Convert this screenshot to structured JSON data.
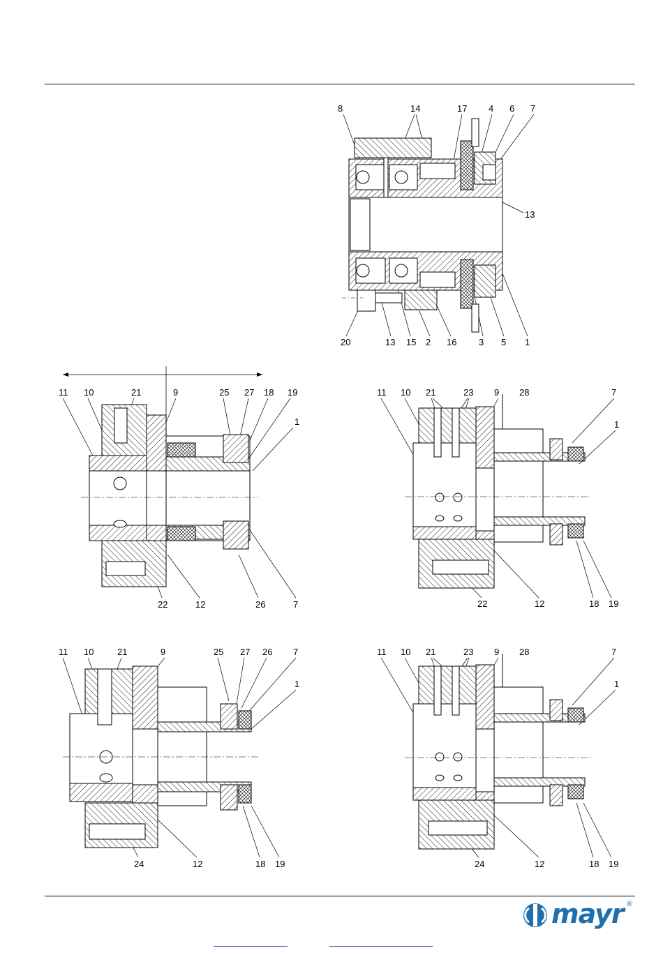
{
  "brand": {
    "name": "mayr",
    "reg_mark": "®",
    "color": "#1e6fae"
  },
  "figures": {
    "top": {
      "labels_top": [
        "8",
        "14",
        "17",
        "4",
        "6",
        "7"
      ],
      "labels_right": [
        "13"
      ],
      "labels_bottom": [
        "20",
        "13",
        "15",
        "2",
        "16",
        "3",
        "5",
        "1"
      ]
    },
    "mid_left": {
      "labels_top": [
        "11",
        "10",
        "21",
        "9",
        "25",
        "27",
        "18",
        "19",
        "1"
      ],
      "labels_bottom": [
        "22",
        "12",
        "26",
        "7"
      ]
    },
    "mid_right": {
      "labels_top": [
        "11",
        "10",
        "21",
        "23",
        "9",
        "28",
        "7",
        "1"
      ],
      "labels_bottom": [
        "22",
        "12",
        "18",
        "19"
      ]
    },
    "bot_left": {
      "labels_top": [
        "11",
        "10",
        "21",
        "9",
        "25",
        "27",
        "26",
        "7",
        "1"
      ],
      "labels_bottom": [
        "24",
        "12",
        "18",
        "19"
      ]
    },
    "bot_right": {
      "labels_top": [
        "11",
        "10",
        "21",
        "23",
        "9",
        "28",
        "7",
        "1"
      ],
      "labels_bottom": [
        "24",
        "12",
        "18",
        "19"
      ]
    }
  }
}
